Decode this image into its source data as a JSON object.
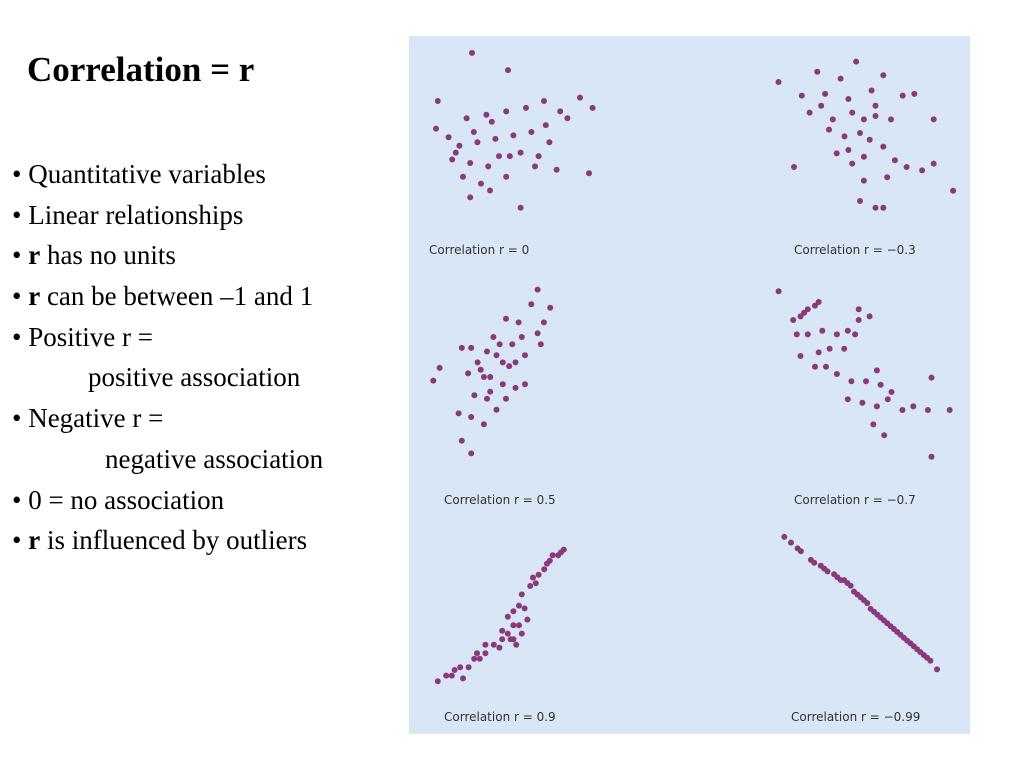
{
  "slide": {
    "title": "Correlation = r",
    "bullets": [
      {
        "bullet": "• ",
        "bold": "",
        "text": "Quantitative variables",
        "indent": 0
      },
      {
        "bullet": "• ",
        "bold": "",
        "text": "Linear relationships",
        "indent": 0
      },
      {
        "bullet": "• ",
        "bold": "r",
        "text": " has no units",
        "indent": 0
      },
      {
        "bullet": "• ",
        "bold": "r",
        "text": " can be between –1 and 1",
        "indent": 0
      },
      {
        "bullet": "• ",
        "bold": "",
        "text": "Positive r =",
        "indent": 0
      },
      {
        "bullet": "",
        "bold": "",
        "text": "positive association",
        "indent": 1
      },
      {
        "bullet": "• ",
        "bold": "",
        "text": "Negative r =",
        "indent": 0
      },
      {
        "bullet": "",
        "bold": "",
        "text": "negative association",
        "indent": 2
      },
      {
        "bullet": "• ",
        "bold": "",
        "text": "0 = no association",
        "indent": 0
      },
      {
        "bullet": "• ",
        "bold": "r",
        "text": " is influenced by outliers",
        "indent": 0
      }
    ]
  },
  "colors": {
    "panel_background": "#d8e6f6",
    "point": "#8a3a7c",
    "caption": "#333333"
  },
  "chart_data": [
    {
      "type": "scatter",
      "title": "Correlation r = 0",
      "xlim": [
        0,
        100
      ],
      "ylim": [
        0,
        100
      ],
      "points": [
        [
          25,
          96
        ],
        [
          45,
          86
        ],
        [
          6,
          68
        ],
        [
          85,
          70
        ],
        [
          65,
          68
        ],
        [
          92,
          64
        ],
        [
          5,
          52
        ],
        [
          12,
          47
        ],
        [
          22,
          58
        ],
        [
          33,
          60
        ],
        [
          44,
          62
        ],
        [
          55,
          64
        ],
        [
          74,
          62
        ],
        [
          78,
          58
        ],
        [
          18,
          42
        ],
        [
          28,
          44
        ],
        [
          38,
          46
        ],
        [
          48,
          48
        ],
        [
          58,
          50
        ],
        [
          68,
          44
        ],
        [
          14,
          34
        ],
        [
          24,
          32
        ],
        [
          34,
          30
        ],
        [
          40,
          36
        ],
        [
          52,
          38
        ],
        [
          62,
          36
        ],
        [
          20,
          24
        ],
        [
          30,
          20
        ],
        [
          44,
          24
        ],
        [
          60,
          30
        ],
        [
          72,
          28
        ],
        [
          90,
          26
        ],
        [
          24,
          12
        ],
        [
          35,
          16
        ],
        [
          52,
          6
        ],
        [
          16,
          38
        ],
        [
          26,
          50
        ],
        [
          36,
          56
        ],
        [
          46,
          36
        ],
        [
          66,
          54
        ]
      ]
    },
    {
      "type": "scatter",
      "title": "Correlation r = −0.3",
      "xlim": [
        0,
        100
      ],
      "ylim": [
        0,
        100
      ],
      "points": [
        [
          8,
          80
        ],
        [
          28,
          86
        ],
        [
          48,
          92
        ],
        [
          62,
          84
        ],
        [
          32,
          73
        ],
        [
          44,
          70
        ],
        [
          56,
          75
        ],
        [
          72,
          72
        ],
        [
          78,
          73
        ],
        [
          20,
          72
        ],
        [
          36,
          58
        ],
        [
          46,
          62
        ],
        [
          52,
          58
        ],
        [
          58,
          60
        ],
        [
          66,
          58
        ],
        [
          88,
          58
        ],
        [
          34,
          52
        ],
        [
          42,
          48
        ],
        [
          50,
          50
        ],
        [
          55,
          46
        ],
        [
          62,
          42
        ],
        [
          44,
          40
        ],
        [
          52,
          36
        ],
        [
          38,
          38
        ],
        [
          46,
          32
        ],
        [
          68,
          34
        ],
        [
          74,
          30
        ],
        [
          82,
          28
        ],
        [
          16,
          30
        ],
        [
          52,
          22
        ],
        [
          64,
          24
        ],
        [
          88,
          32
        ],
        [
          50,
          10
        ],
        [
          58,
          6
        ],
        [
          62,
          6
        ],
        [
          98,
          16
        ],
        [
          40,
          82
        ],
        [
          24,
          62
        ],
        [
          30,
          66
        ],
        [
          58,
          66
        ]
      ]
    },
    {
      "type": "scatter",
      "title": "Correlation r = 0.5",
      "xlim": [
        0,
        100
      ],
      "ylim": [
        0,
        100
      ],
      "points": [
        [
          4,
          48
        ],
        [
          8,
          55
        ],
        [
          22,
          15
        ],
        [
          28,
          8
        ],
        [
          20,
          30
        ],
        [
          28,
          28
        ],
        [
          36,
          24
        ],
        [
          30,
          40
        ],
        [
          38,
          38
        ],
        [
          44,
          32
        ],
        [
          26,
          52
        ],
        [
          34,
          54
        ],
        [
          40,
          50
        ],
        [
          48,
          46
        ],
        [
          56,
          44
        ],
        [
          62,
          46
        ],
        [
          28,
          66
        ],
        [
          38,
          64
        ],
        [
          46,
          68
        ],
        [
          54,
          68
        ],
        [
          62,
          62
        ],
        [
          70,
          74
        ],
        [
          74,
          80
        ],
        [
          78,
          88
        ],
        [
          66,
          90
        ],
        [
          70,
          98
        ],
        [
          72,
          68
        ],
        [
          60,
          72
        ],
        [
          48,
          58
        ],
        [
          56,
          58
        ],
        [
          22,
          66
        ],
        [
          32,
          58
        ],
        [
          44,
          62
        ],
        [
          52,
          56
        ],
        [
          42,
          72
        ],
        [
          50,
          82
        ],
        [
          58,
          80
        ],
        [
          40,
          42
        ],
        [
          36,
          50
        ],
        [
          50,
          38
        ]
      ]
    },
    {
      "type": "scatter",
      "title": "Correlation r = −0.7",
      "xlim": [
        0,
        100
      ],
      "ylim": [
        0,
        100
      ],
      "points": [
        [
          2,
          96
        ],
        [
          10,
          80
        ],
        [
          14,
          82
        ],
        [
          16,
          84
        ],
        [
          18,
          86
        ],
        [
          22,
          88
        ],
        [
          24,
          90
        ],
        [
          12,
          72
        ],
        [
          18,
          72
        ],
        [
          26,
          74
        ],
        [
          34,
          72
        ],
        [
          40,
          74
        ],
        [
          46,
          80
        ],
        [
          44,
          72
        ],
        [
          38,
          64
        ],
        [
          30,
          64
        ],
        [
          24,
          62
        ],
        [
          14,
          60
        ],
        [
          22,
          54
        ],
        [
          28,
          54
        ],
        [
          34,
          50
        ],
        [
          42,
          46
        ],
        [
          50,
          46
        ],
        [
          56,
          52
        ],
        [
          58,
          44
        ],
        [
          64,
          40
        ],
        [
          40,
          36
        ],
        [
          48,
          34
        ],
        [
          56,
          32
        ],
        [
          62,
          36
        ],
        [
          70,
          30
        ],
        [
          76,
          32
        ],
        [
          84,
          30
        ],
        [
          96,
          30
        ],
        [
          86,
          48
        ],
        [
          46,
          86
        ],
        [
          52,
          82
        ],
        [
          60,
          16
        ],
        [
          86,
          4
        ],
        [
          54,
          22
        ]
      ]
    },
    {
      "type": "scatter",
      "title": "Correlation r = 0.9",
      "xlim": [
        0,
        100
      ],
      "ylim": [
        0,
        100
      ],
      "points": [
        [
          2,
          2
        ],
        [
          8,
          6
        ],
        [
          12,
          6
        ],
        [
          14,
          10
        ],
        [
          18,
          12
        ],
        [
          20,
          4
        ],
        [
          24,
          12
        ],
        [
          28,
          18
        ],
        [
          30,
          22
        ],
        [
          32,
          18
        ],
        [
          36,
          22
        ],
        [
          36,
          28
        ],
        [
          42,
          28
        ],
        [
          46,
          26
        ],
        [
          48,
          32
        ],
        [
          48,
          38
        ],
        [
          52,
          36
        ],
        [
          54,
          32
        ],
        [
          56,
          32
        ],
        [
          58,
          28
        ],
        [
          56,
          42
        ],
        [
          60,
          42
        ],
        [
          62,
          36
        ],
        [
          52,
          48
        ],
        [
          56,
          52
        ],
        [
          60,
          56
        ],
        [
          64,
          54
        ],
        [
          66,
          46
        ],
        [
          62,
          64
        ],
        [
          68,
          70
        ],
        [
          70,
          76
        ],
        [
          72,
          72
        ],
        [
          74,
          78
        ],
        [
          78,
          82
        ],
        [
          80,
          86
        ],
        [
          82,
          88
        ],
        [
          84,
          92
        ],
        [
          88,
          92
        ],
        [
          90,
          94
        ],
        [
          92,
          96
        ]
      ]
    },
    {
      "type": "scatter",
      "title": "Correlation r = −0.99",
      "xlim": [
        0,
        100
      ],
      "ylim": [
        0,
        100
      ],
      "points": [
        [
          2,
          98
        ],
        [
          6,
          94
        ],
        [
          10,
          90
        ],
        [
          12,
          88
        ],
        [
          18,
          82
        ],
        [
          20,
          80
        ],
        [
          24,
          78
        ],
        [
          26,
          76
        ],
        [
          28,
          74
        ],
        [
          32,
          72
        ],
        [
          34,
          70
        ],
        [
          36,
          68
        ],
        [
          38,
          68
        ],
        [
          40,
          66
        ],
        [
          42,
          64
        ],
        [
          44,
          60
        ],
        [
          46,
          58
        ],
        [
          48,
          56
        ],
        [
          50,
          54
        ],
        [
          52,
          52
        ],
        [
          54,
          48
        ],
        [
          56,
          46
        ],
        [
          58,
          44
        ],
        [
          60,
          42
        ],
        [
          62,
          40
        ],
        [
          64,
          38
        ],
        [
          66,
          36
        ],
        [
          68,
          34
        ],
        [
          70,
          32
        ],
        [
          72,
          30
        ],
        [
          74,
          28
        ],
        [
          76,
          26
        ],
        [
          78,
          24
        ],
        [
          80,
          22
        ],
        [
          82,
          20
        ],
        [
          84,
          18
        ],
        [
          86,
          16
        ],
        [
          88,
          14
        ],
        [
          90,
          12
        ],
        [
          94,
          6
        ]
      ]
    }
  ]
}
